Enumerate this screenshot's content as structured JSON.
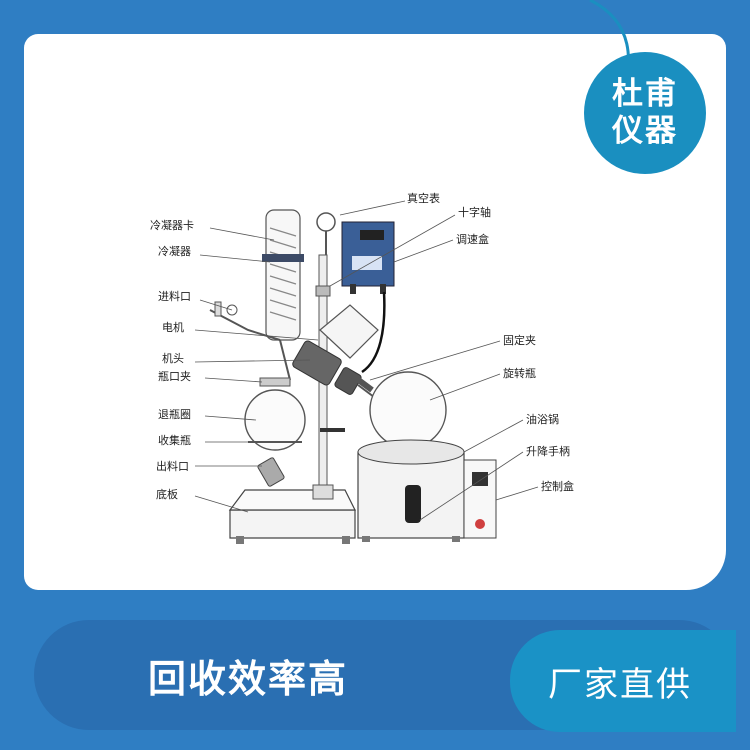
{
  "brand": {
    "line1": "杜甫",
    "line2": "仪器"
  },
  "labels": {
    "condenser_clip": "冷凝器卡",
    "condenser": "冷凝器",
    "feed_inlet": "进料口",
    "motor": "电机",
    "head": "机头",
    "flask_clamp": "瓶口夹",
    "release_ring": "退瓶圈",
    "collection_flask": "收集瓶",
    "outlet": "出料口",
    "base_plate": "底板",
    "vacuum_gauge": "真空表",
    "cross_shaft": "十字轴",
    "speed_box": "调速盒",
    "fixing_clamp": "固定夹",
    "rotary_flask": "旋转瓶",
    "oil_bath": "油浴锅",
    "lift_handle": "升降手柄",
    "control_box": "控制盒"
  },
  "slogan": "回收效率高",
  "tagline": "厂家直供",
  "colors": {
    "background": "#2f7ec3",
    "badge": "#1a8fc0",
    "tag": "#1a92c6"
  }
}
